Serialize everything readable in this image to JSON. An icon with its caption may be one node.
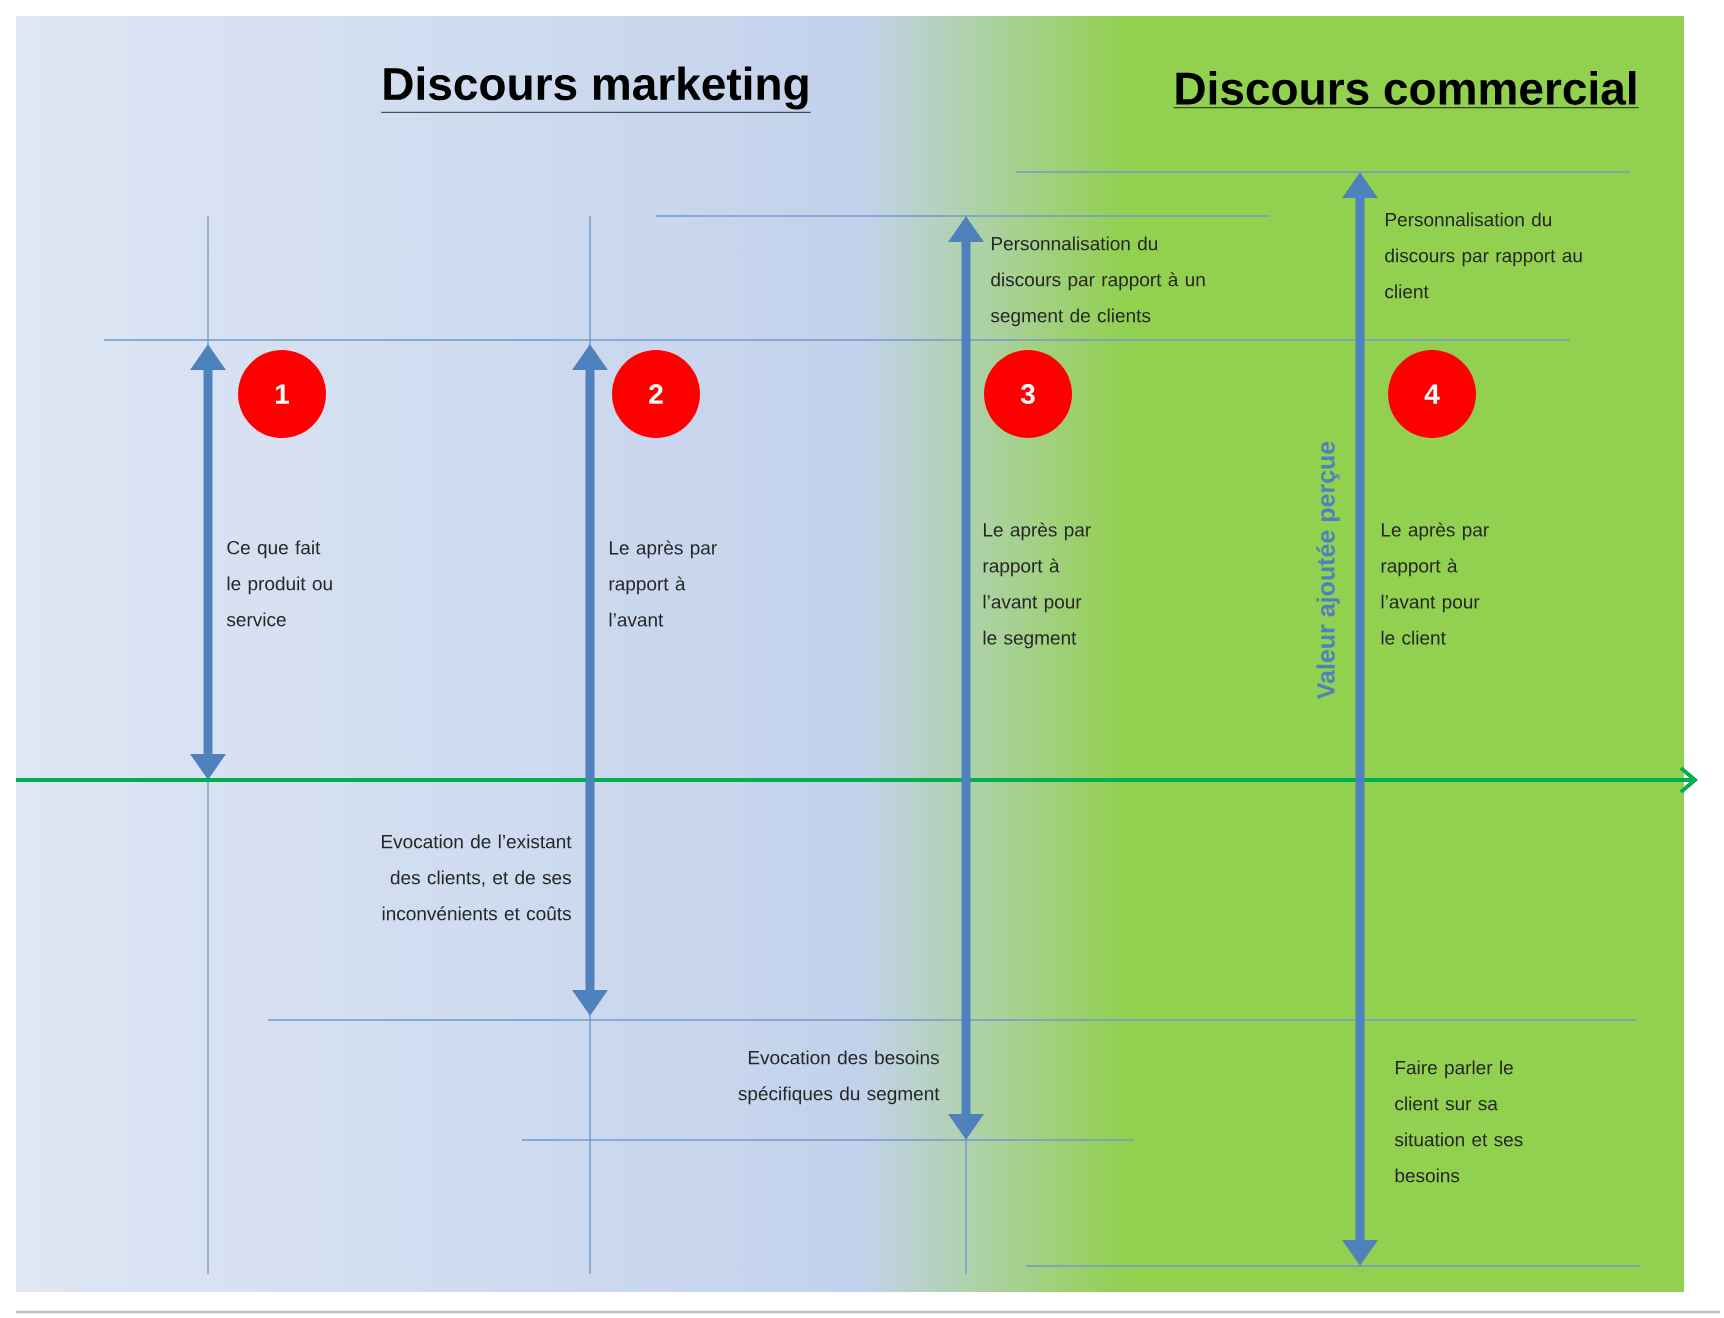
{
  "diagram": {
    "nodes": [
      {
        "text": [
          "1"
        ]
      },
      {
        "text": [
          "2"
        ]
      },
      {
        "text": [
          "3"
        ]
      },
      {
        "text": [
          "4"
        ]
      }
    ],
    "labels": [
      "Discours marketing",
      "Discours commercial",
      "Personnalisation du discours par rapport à un segment de clients",
      "Personnalisation du discours par rapport au client",
      "Valeur ajoutée perçue",
      "Ce que fait le produit ou service",
      "Le après par rapport à l’avant",
      "Le après par rapport à l’avant pour le segment",
      "Le après par rapport à l’avant pour le client",
      "Evocation de l’existant des clients, et de ses inconvénients et coûts",
      "Evocation des besoins spécifiques du segment",
      "Faire parler le client sur sa situation et ses besoins"
    ]
  }
}
